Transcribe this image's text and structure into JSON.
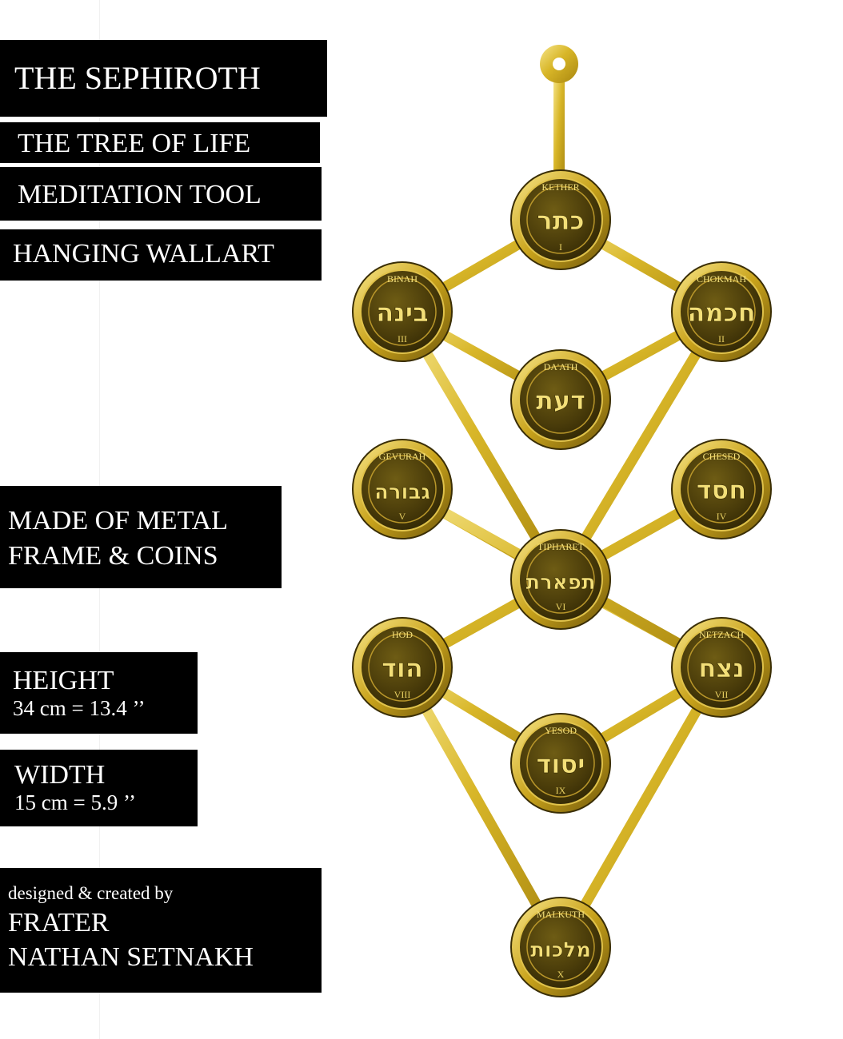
{
  "title": "THE SEPHIROTH",
  "subtitles": [
    "THE TREE OF LIFE",
    "MEDITATION TOOL",
    "HANGING WALLART"
  ],
  "material": {
    "line1": "MADE OF METAL",
    "line2": "FRAME & COINS"
  },
  "height": {
    "label": "HEIGHT",
    "value": "34 cm = 13.4 ’’"
  },
  "width": {
    "label": "WIDTH",
    "value": "15 cm = 5.9 ’’"
  },
  "credit": {
    "intro": "designed & created by",
    "line1": "FRATER",
    "line2": "NATHAN SETNAKH"
  },
  "colors": {
    "gold_light": "#f3e07a",
    "gold_mid": "#d4b022",
    "gold_dark": "#8a6d0c",
    "label_bg": "#000000",
    "label_text": "#ffffff"
  },
  "sephiroth": [
    {
      "name": "KETHER",
      "hebrew": "כתר",
      "numeral": "I"
    },
    {
      "name": "CHOKMAH",
      "hebrew": "חכמה",
      "numeral": "II"
    },
    {
      "name": "BINAH",
      "hebrew": "בינה",
      "numeral": "III"
    },
    {
      "name": "DA'ATH",
      "hebrew": "דעת",
      "numeral": ""
    },
    {
      "name": "CHESED",
      "hebrew": "חסד",
      "numeral": "IV"
    },
    {
      "name": "GEVURAH",
      "hebrew": "גבורה",
      "numeral": "V"
    },
    {
      "name": "TIPHARET",
      "hebrew": "תפארת",
      "numeral": "VI"
    },
    {
      "name": "NETZACH",
      "hebrew": "נצח",
      "numeral": "VII"
    },
    {
      "name": "HOD",
      "hebrew": "הוד",
      "numeral": "VIII"
    },
    {
      "name": "YESOD",
      "hebrew": "יסוד",
      "numeral": "IX"
    },
    {
      "name": "MALKUTH",
      "hebrew": "מלכות",
      "numeral": "X"
    }
  ]
}
